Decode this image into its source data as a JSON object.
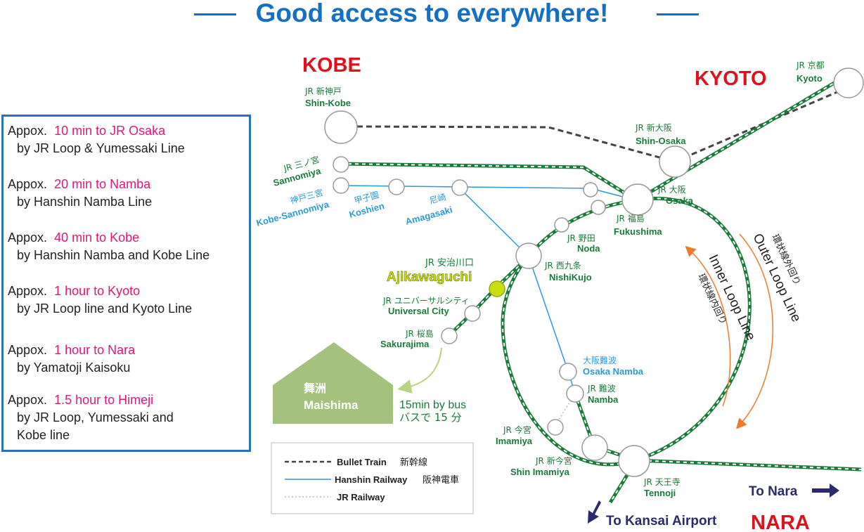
{
  "title": "Good access to everywhere!",
  "cities": {
    "kobe": "KOBE",
    "kyoto": "KYOTO",
    "nara": "NARA"
  },
  "access_info": [
    {
      "prefix": "Appox.",
      "highlight": "10 min to JR Osaka",
      "lines": [
        "by JR Loop & Yumessaki Line"
      ]
    },
    {
      "prefix": "Appox.",
      "highlight": "20 min to Namba",
      "lines": [
        "by Hanshin Namba Line"
      ]
    },
    {
      "prefix": "Appox.",
      "highlight": "40 min to Kobe",
      "lines": [
        "by Hanshin Namba and Kobe Line"
      ]
    },
    {
      "prefix": "Appox.",
      "highlight": "1 hour to Kyoto",
      "lines": [
        "by JR Loop line and Kyoto Line"
      ]
    },
    {
      "prefix": "Appox.",
      "highlight": "1 hour to Nara",
      "lines": [
        "by Yamatoji Kaisoku"
      ]
    },
    {
      "prefix": "Appox.",
      "highlight": "1.5 hour to Himeji",
      "lines": [
        "by JR Loop, Yumessaki and",
        "Kobe line"
      ]
    }
  ],
  "stations": {
    "kyoto": {
      "jp": "JR 京都",
      "en": "Kyoto"
    },
    "shin_kobe": {
      "jp": "JR 新神戸",
      "en": "Shin-Kobe"
    },
    "sannomiya": {
      "jp": "JR 三ノ宮",
      "en": "Sannomiya"
    },
    "kobe_sannomiya": {
      "jp": "神戸三宮",
      "en": "Kobe-Sannomiya"
    },
    "koshien": {
      "jp": "甲子園",
      "en": "Koshien"
    },
    "amagasaki": {
      "jp": "尼崎",
      "en": "Amagasaki"
    },
    "shin_osaka": {
      "jp": "JR 新大阪",
      "en": "Shin-Osaka"
    },
    "osaka": {
      "jp": "JR 大阪",
      "en": "Osaka"
    },
    "fukushima": {
      "jp": "JR 福島",
      "en": "Fukushima"
    },
    "noda": {
      "jp": "JR 野田",
      "en": "Noda"
    },
    "nishikujo": {
      "jp": "JR 西九条",
      "en": "NishiKujo"
    },
    "ajikawaguchi": {
      "jp": "JR 安治川口",
      "en": "Ajikawaguchi"
    },
    "universal_city": {
      "jp": "JR ユニバーサルシティ",
      "en": "Universal City"
    },
    "sakurajima": {
      "jp": "JR 桜島",
      "en": "Sakurajima"
    },
    "osaka_namba": {
      "jp": "大阪難波",
      "en": "Osaka Namba"
    },
    "namba": {
      "jp": "JR 難波",
      "en": "Namba"
    },
    "imamiya": {
      "jp": "JR 今宮",
      "en": "Imamiya"
    },
    "shin_imamiya": {
      "jp": "JR 新今宮",
      "en": "Shin Imamiya"
    },
    "tennoji": {
      "jp": "JR 天王寺",
      "en": "Tennoji"
    }
  },
  "maishima": {
    "jp": "舞洲",
    "en": "Maishima"
  },
  "bus": {
    "en": "15min by bus",
    "jp": "バスで 15 分"
  },
  "loops": {
    "inner_en": "Inner Loop Line",
    "inner_jp": "環状線内回り",
    "outer_en": "Outer Loop Line",
    "outer_jp": "環状線外回り"
  },
  "directions": {
    "nara": "To Nara",
    "kansai": "To Kansai Airport"
  },
  "legend": [
    {
      "en": "Bullet Train",
      "jp": "新幹線"
    },
    {
      "en": "Hanshin Railway",
      "jp": "阪神電車"
    },
    {
      "en": "JR Railway",
      "jp": ""
    }
  ],
  "colors": {
    "jr": "#1a7a3a",
    "hanshin": "#2a9ad6",
    "bullet": "#444444",
    "title": "#1470c4",
    "city": "#e0101c",
    "highlight": "#e0177b",
    "arrow": "#f07a2a",
    "direction": "#2b2a6e"
  }
}
